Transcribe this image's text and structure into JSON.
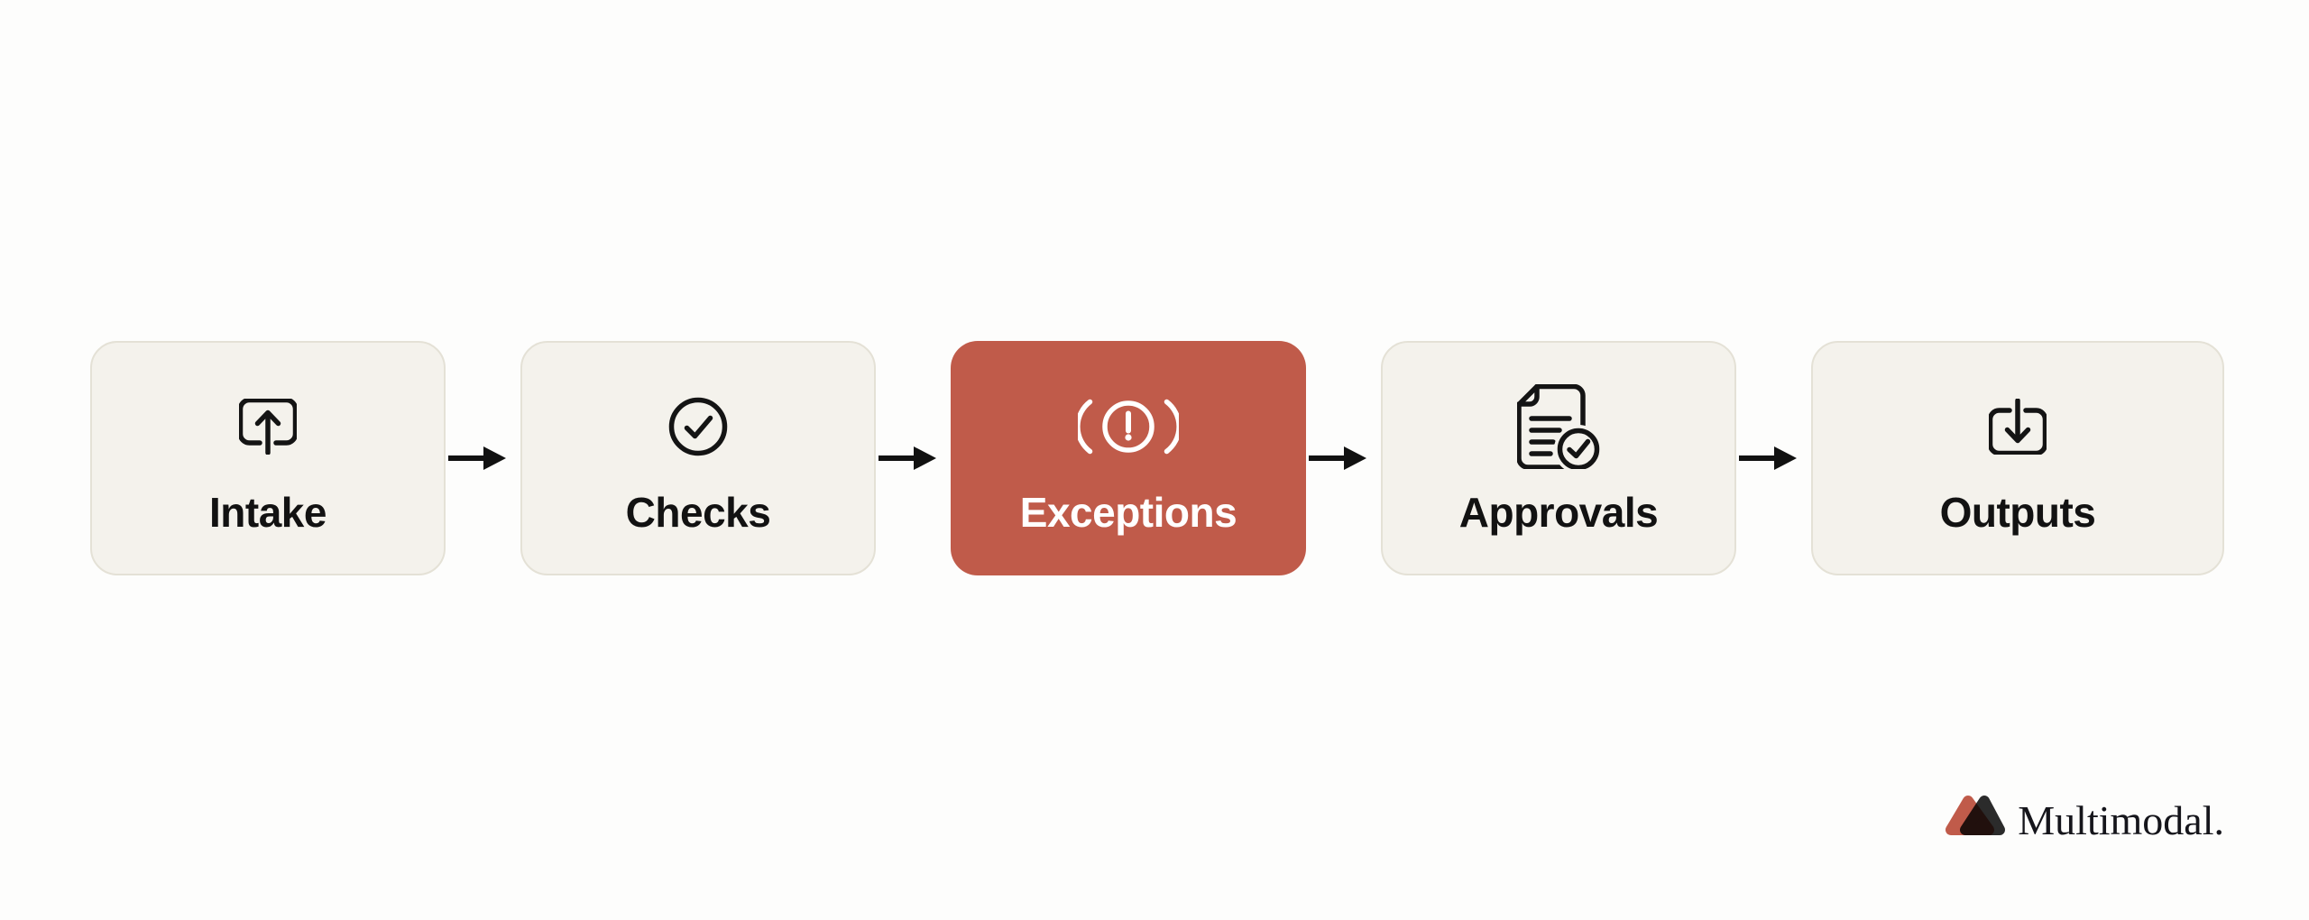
{
  "page": {
    "background_color": "#fdfdfc"
  },
  "flow": {
    "steps": [
      {
        "label": "Intake",
        "icon": "upload-tray-icon",
        "variant": "default"
      },
      {
        "label": "Checks",
        "icon": "check-circle-icon",
        "variant": "default"
      },
      {
        "label": "Exceptions",
        "icon": "alert-brake-icon",
        "variant": "highlight"
      },
      {
        "label": "Approvals",
        "icon": "document-check-icon",
        "variant": "default"
      },
      {
        "label": "Outputs",
        "icon": "download-tray-icon",
        "variant": "default"
      }
    ],
    "arrow_icon": "arrow-right-icon",
    "colors": {
      "card_background": "#f4f2ec",
      "card_border": "#e4e1d6",
      "highlight_background": "#c05b4a",
      "highlight_text": "#ffffff",
      "label_text": "#121212",
      "arrow": "#111111"
    }
  },
  "branding": {
    "logo_text": "Multimodal.",
    "logo_text_color": "#15151b",
    "mark_left_color": "#c05b4a",
    "mark_right_color": "#2b2b2b"
  }
}
